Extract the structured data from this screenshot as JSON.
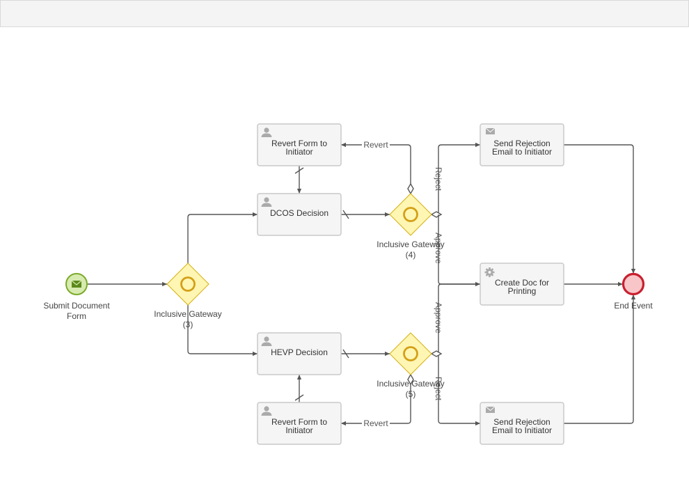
{
  "toolbar": {},
  "events": {
    "start_label": [
      "Submit Document",
      "Form"
    ],
    "end_label": "End Event"
  },
  "gateways": {
    "g3": [
      "Inclusive Gateway",
      "(3)"
    ],
    "g4": [
      "Inclusive Gateway",
      "(4)"
    ],
    "g5": [
      "Inclusive Gateway",
      "(5)"
    ]
  },
  "tasks": {
    "revert_top": [
      "Revert Form to",
      "Initiator"
    ],
    "dcos": "DCOS Decision",
    "hevp": "HEVP Decision",
    "revert_bottom": [
      "Revert Form to",
      "Initiator"
    ],
    "reject_top": [
      "Send Rejection",
      "Email to Initiator"
    ],
    "create_doc": [
      "Create Doc for",
      "Printing"
    ],
    "reject_bottom": [
      "Send Rejection",
      "Email to Initiator"
    ]
  },
  "flows": {
    "revert_top": "Revert",
    "revert_bottom": "Revert",
    "reject_top": "Reject",
    "approve_top": "Approve",
    "approve_bottom": "Approve",
    "reject_bottom": "Reject"
  },
  "colors": {
    "start_fill": "#d7ebb0",
    "start_stroke": "#7aab2a",
    "end_fill": "#f8c6c8",
    "end_stroke": "#c8202f",
    "gateway_fill": "#fff6b3",
    "gateway_stroke": "#d4b012",
    "task_fill": "#f5f5f5",
    "task_stroke": "#c9c9c9",
    "edge": "#555555"
  }
}
